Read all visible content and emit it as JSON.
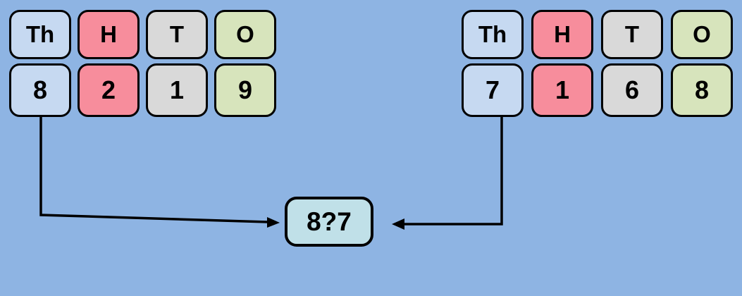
{
  "colors": {
    "background": "#8eb4e3",
    "thousands": "#c6d9f1",
    "hundreds": "#f78d9c",
    "tens": "#d9d9d9",
    "ones": "#d7e4bc",
    "compare_box": "#c0e0e8",
    "border": "#000000"
  },
  "left_number": {
    "headers": [
      "Th",
      "H",
      "T",
      "O"
    ],
    "digits": [
      "8",
      "2",
      "1",
      "9"
    ]
  },
  "right_number": {
    "headers": [
      "Th",
      "H",
      "T",
      "O"
    ],
    "digits": [
      "7",
      "1",
      "6",
      "8"
    ]
  },
  "comparison": {
    "label": "8?7"
  }
}
